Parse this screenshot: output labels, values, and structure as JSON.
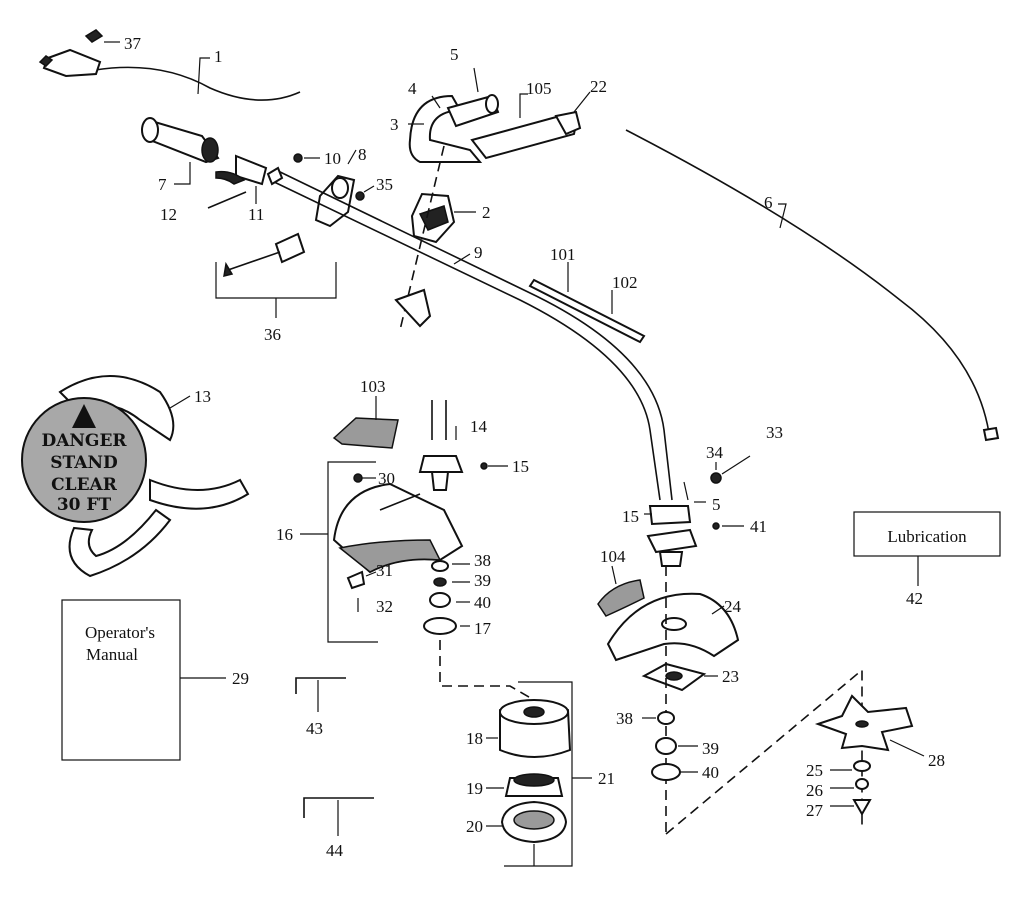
{
  "labels": {
    "l1": "1",
    "l2": "2",
    "l3": "3",
    "l4": "4",
    "l5a": "5",
    "l5b": "5",
    "l6": "6",
    "l7": "7",
    "l8": "8",
    "l9": "9",
    "l10": "10",
    "l11": "11",
    "l12": "12",
    "l13": "13",
    "l14": "14",
    "l15a": "15",
    "l15b": "15",
    "l16": "16",
    "l17": "17",
    "l18": "18",
    "l19": "19",
    "l20": "20",
    "l21": "21",
    "l22": "22",
    "l23": "23",
    "l24": "24",
    "l25": "25",
    "l26": "26",
    "l27": "27",
    "l28": "28",
    "l29": "29",
    "l30": "30",
    "l31": "31",
    "l32": "32",
    "l33": "33",
    "l34": "34",
    "l35": "35",
    "l36": "36",
    "l37": "37",
    "l38a": "38",
    "l38b": "38",
    "l39a": "39",
    "l39b": "39",
    "l40a": "40",
    "l40b": "40",
    "l41": "41",
    "l42": "42",
    "l43": "43",
    "l44": "44",
    "l101": "101",
    "l102": "102",
    "l103": "103",
    "l104": "104",
    "l105": "105"
  },
  "manual": {
    "line1": "Operator's",
    "line2": "Manual"
  },
  "lubrication": "Lubrication",
  "danger": {
    "line1": "DANGER",
    "line2": "STAND",
    "line3": "CLEAR",
    "line4": "30 FT"
  }
}
